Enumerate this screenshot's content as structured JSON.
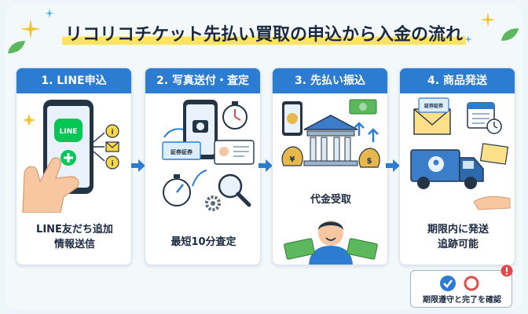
{
  "title": "リコリコチケット先払い買取の申込から入金の流れ",
  "steps": [
    {
      "header": "1. LINE申込",
      "caption_line1": "LINE友だち追加",
      "caption_line2": "情報送信",
      "icon_text": "LINE"
    },
    {
      "header": "2. 写真送付・査定",
      "caption_line1": "最短10分査定",
      "icon_text": "証券証券"
    },
    {
      "header": "3. 先払い振込",
      "mid_label": "代金受取",
      "caption_line1": ""
    },
    {
      "header": "4. 商品発送",
      "caption_line1": "期限内に発送",
      "caption_line2": "追跡可能",
      "icon_text": "証券証券"
    }
  ],
  "note": {
    "text": "期限遵守と完了を確認"
  },
  "colors": {
    "accent": "#2c7cd1",
    "highlight": "#ffe45c",
    "text": "#1b2a41"
  }
}
